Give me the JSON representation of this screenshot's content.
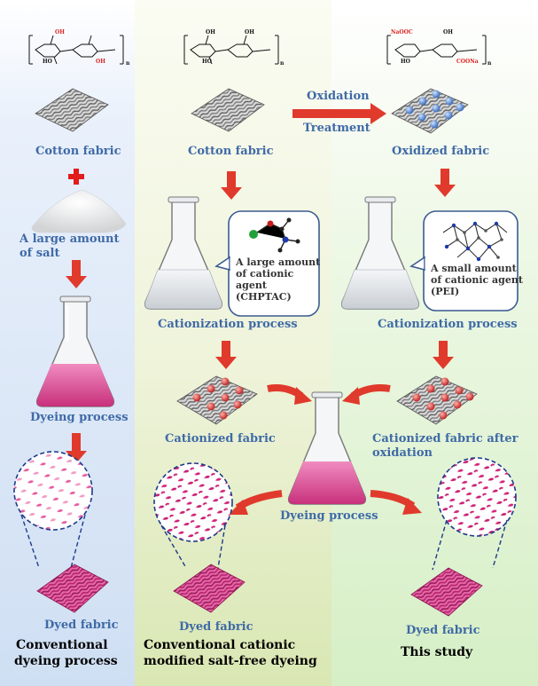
{
  "colors": {
    "label_blue": "#3f6aa6",
    "arrow_red": "#e03a2c",
    "dye_pink": "#e44a9a",
    "fabric_magenta": "#c4257a",
    "bubble_border": "#3a5c90",
    "cation_red": "#c0282a"
  },
  "panel_left": {
    "cotton_label": "Cotton fabric",
    "salt_label_1": "A large amount",
    "salt_label_2": "of salt",
    "dyeing_label": "Dyeing process",
    "dyed_label": "Dyed fabric",
    "footer_1": "Conventional",
    "footer_2": "dyeing process"
  },
  "panel_mid": {
    "cotton_label": "Cotton fabric",
    "agent_1": "A large amount",
    "agent_2": "of cationic",
    "agent_3": "agent",
    "agent_4": "(CHPTAC)",
    "cationization_label": "Cationization process",
    "cationized_label": "Cationized fabric",
    "dyed_label": "Dyed fabric",
    "footer_1": "Conventional cationic",
    "footer_2": "modified salt-free dyeing"
  },
  "panel_right": {
    "oxidation_label": "Oxidation",
    "treatment_label": "Treatment",
    "oxidized_label": "Oxidized fabric",
    "agent_1": "A small  amount",
    "agent_2": "of cationic agent",
    "agent_3": "(PEI)",
    "cationization_label": "Cationization process",
    "cationized_label_1": "Cationized fabric after",
    "cationized_label_2": "oxidation",
    "dyed_label": "Dyed fabric",
    "footer": "This study"
  },
  "center": {
    "dyeing_label": "Dyeing process"
  },
  "chem": {
    "oh": "OH",
    "ho": "HO",
    "n": "n",
    "naooc": "NaOOC",
    "coona": "COONa"
  }
}
